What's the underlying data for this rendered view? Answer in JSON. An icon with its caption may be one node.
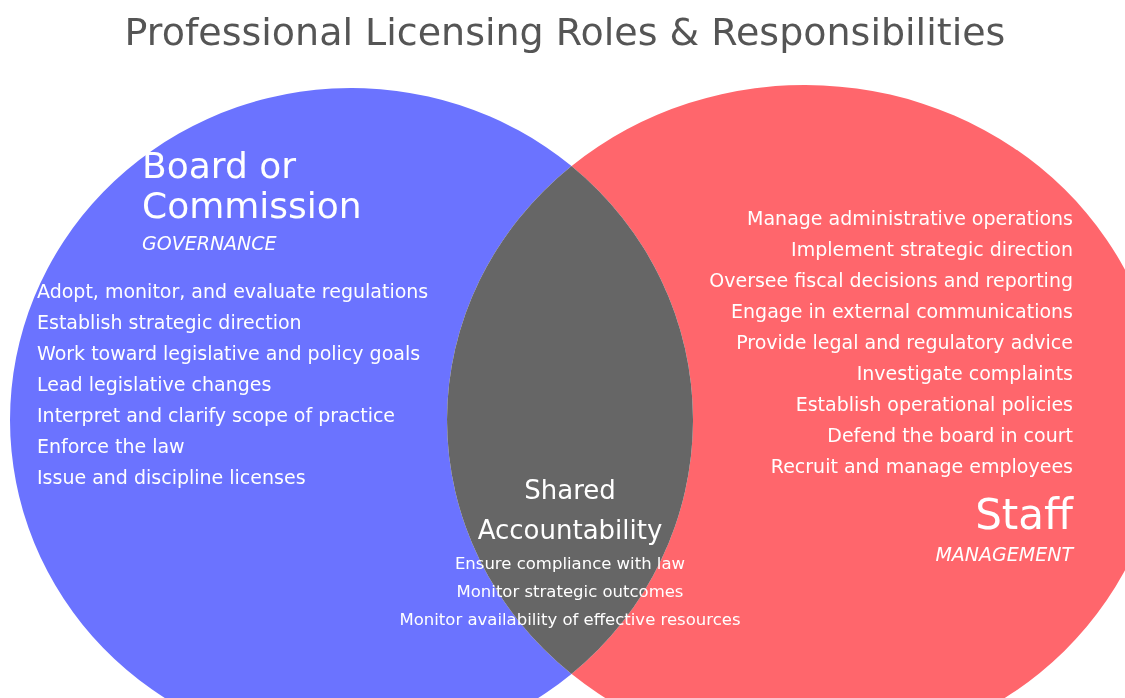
{
  "diagram": {
    "title": "Professional Licensing Roles & Responsibilities",
    "nodes": [
      {
        "text": [
          "Board or Commission",
          "GOVERNANCE",
          "Adopt, monitor, and evaluate regulations",
          "Establish strategic direction",
          "Work toward legislative and policy goals",
          "Lead legislative changes",
          "Interpret and clarify scope of practice",
          "Enforce the law",
          "Issue and discipline licenses"
        ]
      },
      {
        "text": [
          "Manage administrative operations",
          "Implement strategic direction",
          "Oversee fiscal decisions and reporting",
          "Engage in external communications",
          "Provide legal and regulatory advice",
          "Investigate complaints",
          "Establish operational policies",
          "Defend the board in court",
          "Recruit and manage employees",
          "Staff",
          "MANAGEMENT"
        ]
      },
      {
        "text": [
          "Shared Accountability",
          "Ensure compliance with law",
          "Monitor strategic outcomes",
          "Monitor availability of effective resources"
        ]
      }
    ],
    "edges": []
  }
}
